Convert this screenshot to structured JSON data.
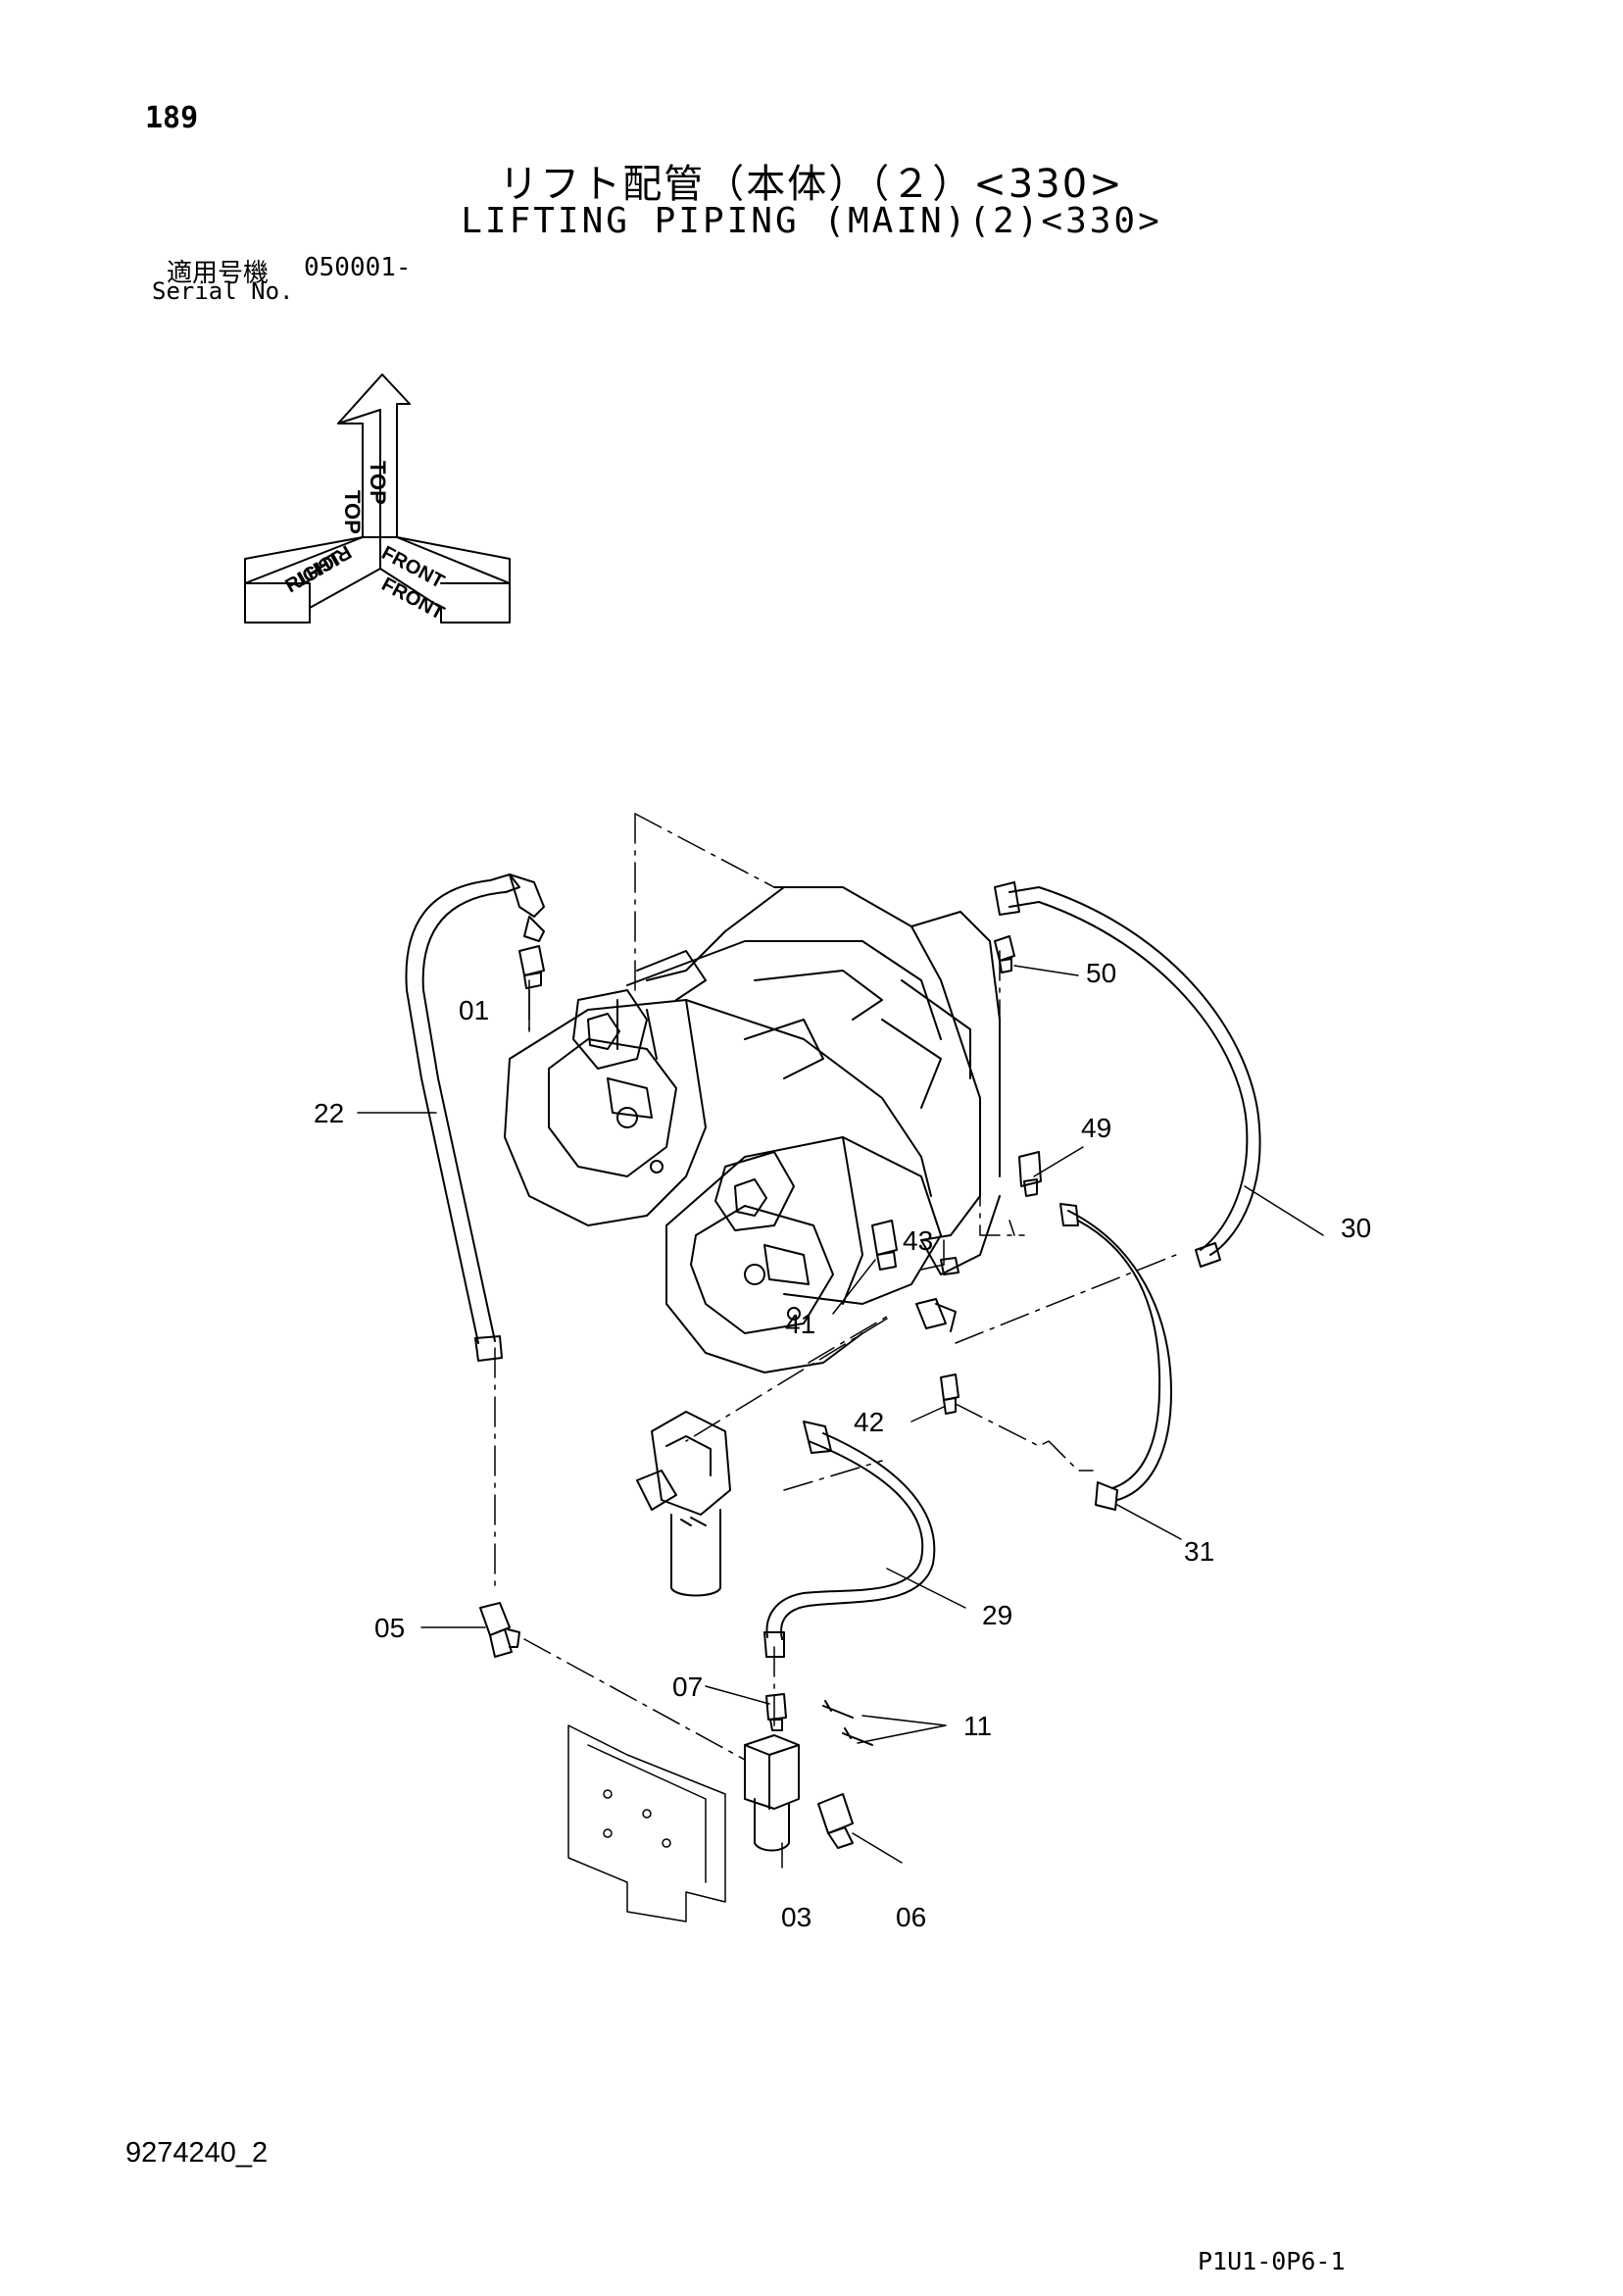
{
  "header": {
    "page_number": "189",
    "title_jp": "リフト配管（本体）（２）<330>",
    "title_en": "LIFTING PIPING (MAIN)(2)<330>",
    "serial_label_jp": "適用号機",
    "serial_value": "050001-",
    "serial_label_en": "Serial No."
  },
  "orientation": {
    "top": "TOP",
    "right": "RIGHT",
    "front": "FRONT"
  },
  "callouts": {
    "c01": "01",
    "c03": "03",
    "c05": "05",
    "c06": "06",
    "c07": "07",
    "c11": "11",
    "c22": "22",
    "c29": "29",
    "c30": "30",
    "c31": "31",
    "c41": "41",
    "c42": "42",
    "c43": "43",
    "c49": "49",
    "c50": "50"
  },
  "footer": {
    "doc_number": "9274240_2",
    "page_code": "P1U1-0P6-1"
  }
}
